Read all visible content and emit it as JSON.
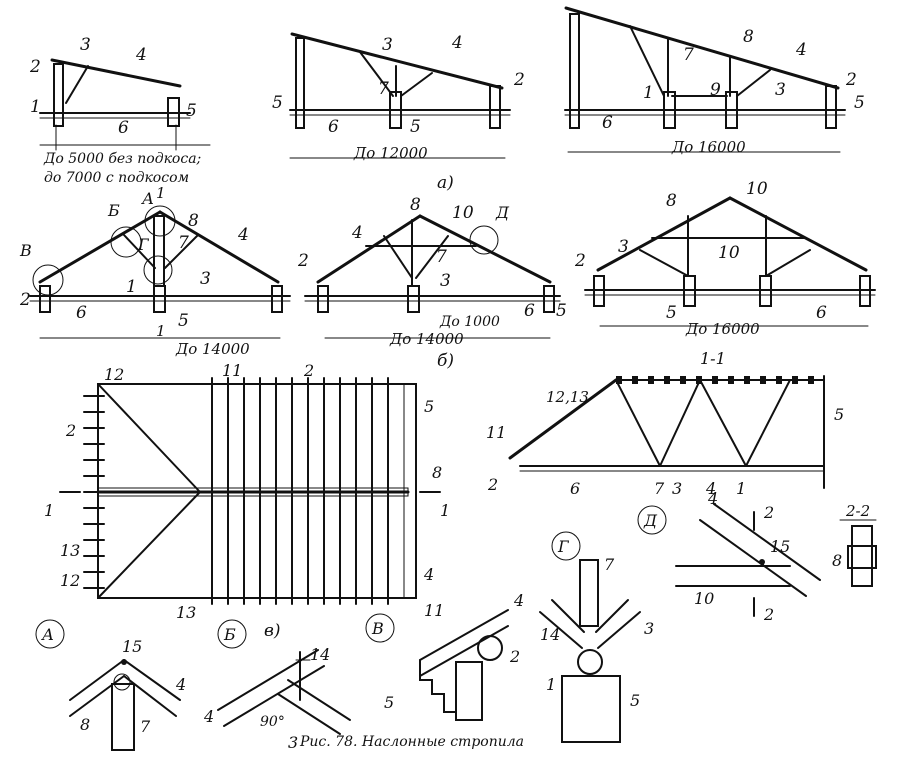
{
  "labels": {
    "a1_span": "До 5000 без  подкоса;",
    "a1_span2": "до 7000 с подкосом",
    "a2_span": "До 12000",
    "a3_span": "До  16000",
    "sub_a": "а)",
    "b1_span": "До 14000",
    "b2_span": "До 14000",
    "b2_sub": "До 1000",
    "b3_span": "До  16000",
    "sub_b": "б)",
    "sub_v": "в)",
    "sec_11": "1-1",
    "sec_22": "2-2",
    "node_A": "А",
    "node_B": "Б",
    "node_V": "В",
    "node_G": "Г",
    "node_D": "Д",
    "angle": "90°",
    "l1213": "12,13",
    "caption": "Рис. 78. Наслонные стропила"
  },
  "n": [
    "1",
    "2",
    "3",
    "4",
    "5",
    "6",
    "7",
    "8",
    "9",
    "10",
    "11",
    "12",
    "13",
    "14",
    "15"
  ]
}
